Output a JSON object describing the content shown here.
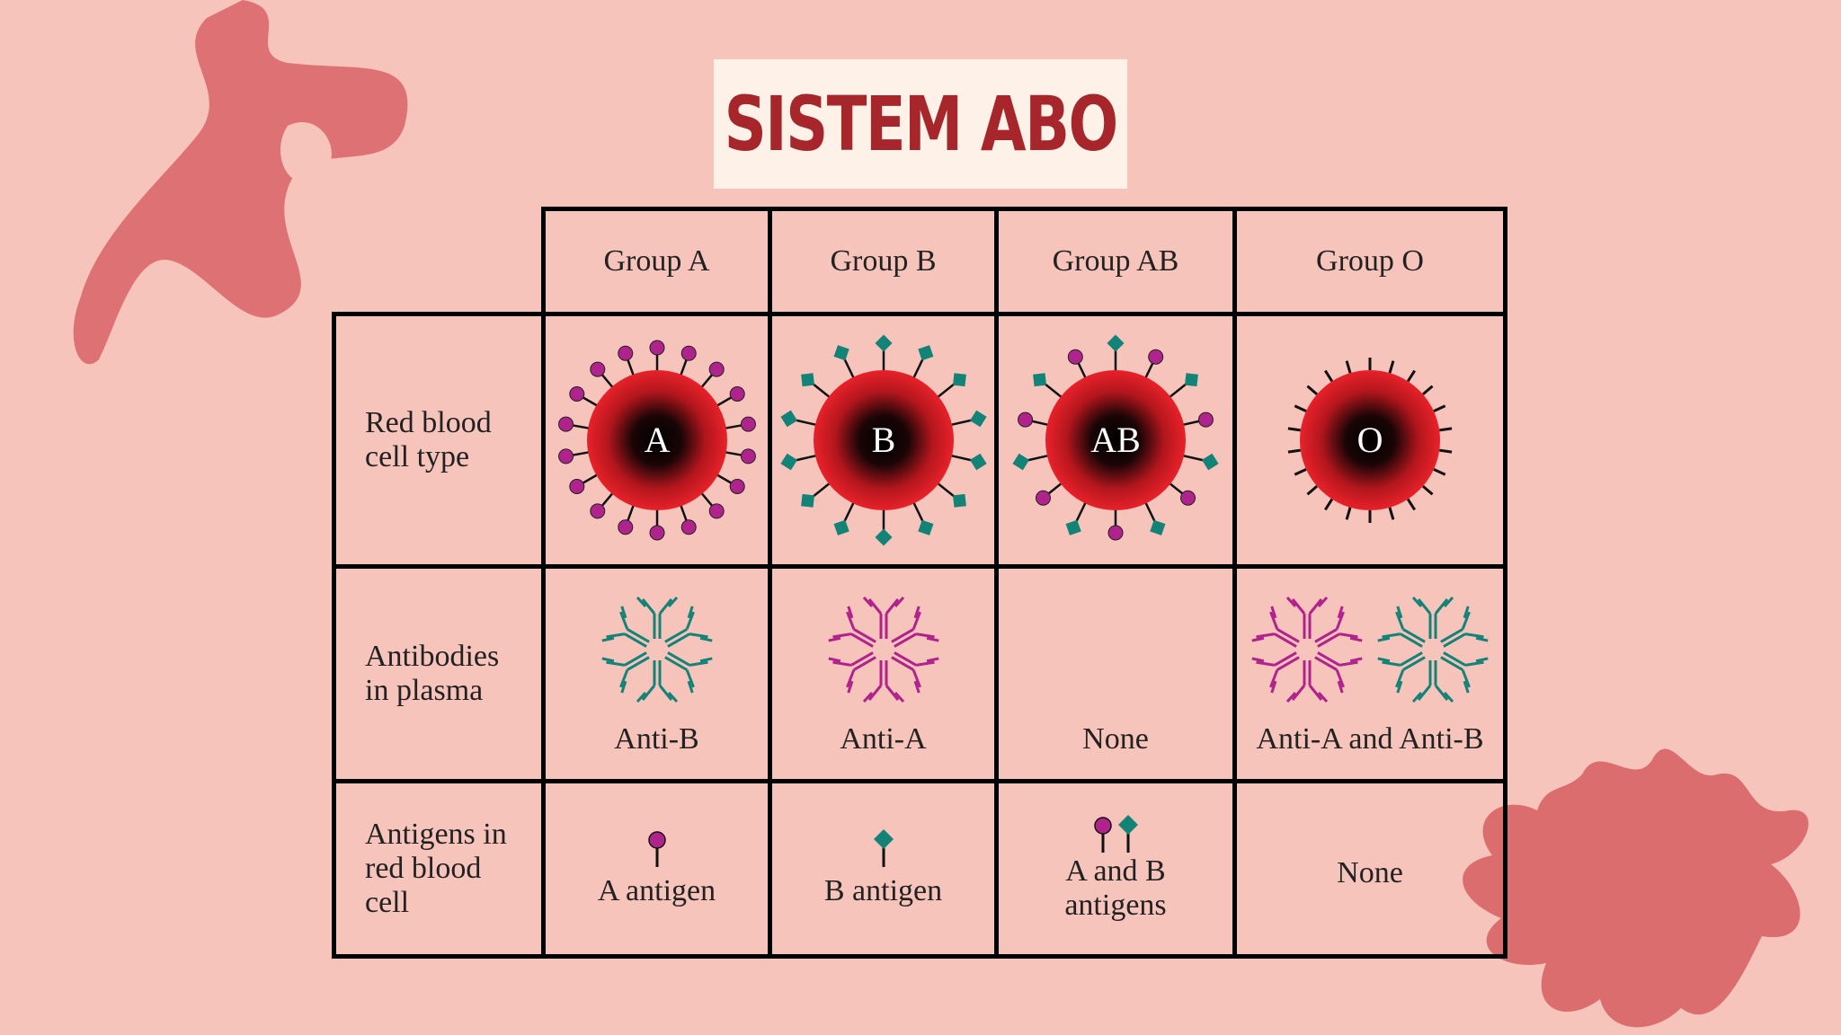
{
  "title": "SISTEM ABO",
  "colors": {
    "background": "#f7c4bc",
    "title_box": "#fdf1e8",
    "title_text": "#a7262c",
    "cell_red": "#e8212a",
    "antigen_a": "#b0228c",
    "antigen_b": "#138378",
    "decoration": "#d9686a"
  },
  "columns": [
    "Group A",
    "Group B",
    "Group AB",
    "Group O"
  ],
  "rows": [
    {
      "label": "Red blood\ncell type",
      "cells": [
        "A",
        "B",
        "AB",
        "O"
      ]
    },
    {
      "label": "Antibodies\nin plasma",
      "cells": [
        "Anti-B",
        "Anti-A",
        "None",
        "Anti-A and Anti-B"
      ]
    },
    {
      "label": "Antigens in\nred blood\ncell",
      "cells": [
        "A antigen",
        "B antigen",
        "A and B\nantigens",
        "None"
      ]
    }
  ],
  "icons": {
    "antibody_a": "magenta-y-antibody-icon",
    "antibody_b": "teal-y-antibody-icon",
    "antigen_a": "magenta-lollipop-antigen-icon",
    "antigen_b": "teal-diamond-antigen-icon"
  }
}
